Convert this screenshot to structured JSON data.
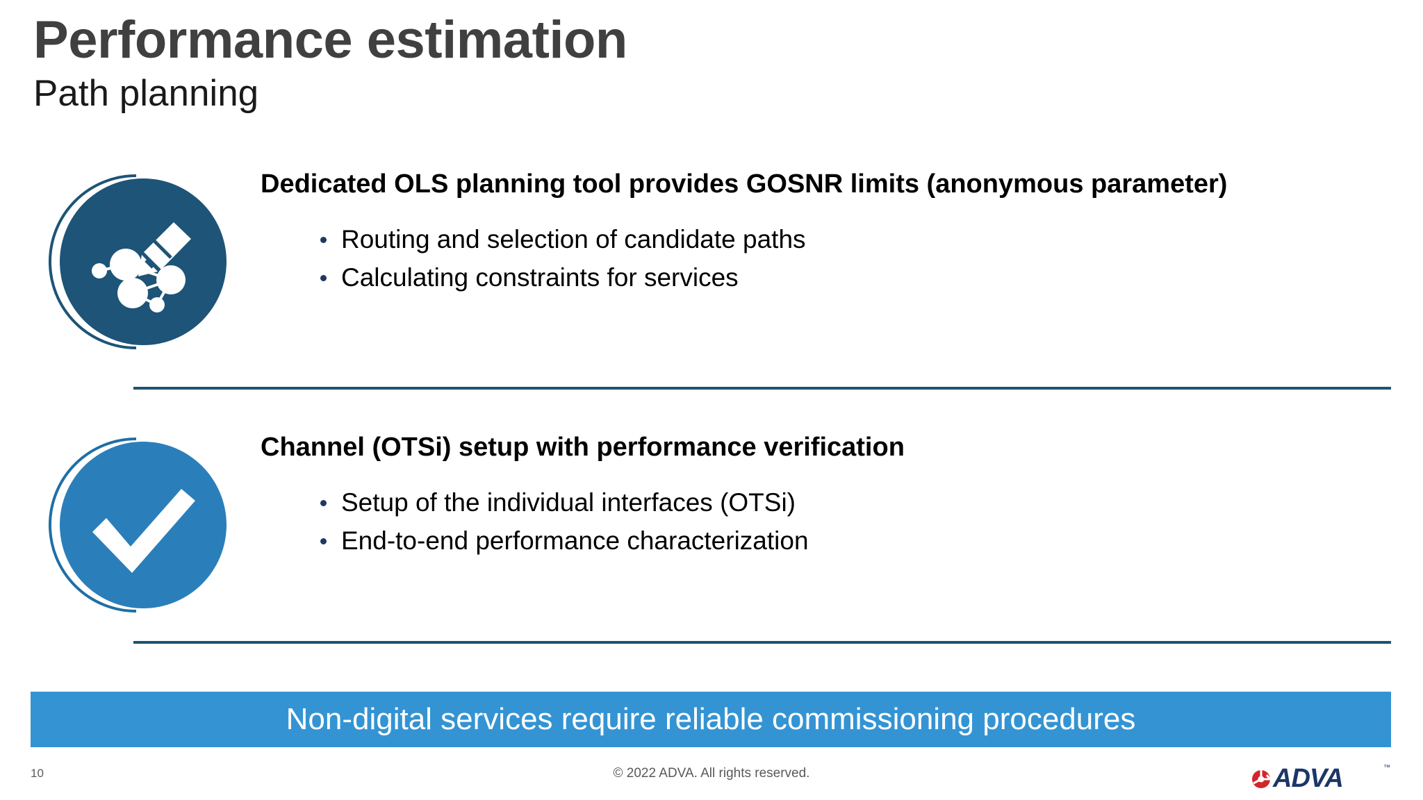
{
  "slide": {
    "title": "Performance estimation",
    "subtitle": "Path planning"
  },
  "colors": {
    "title_gray": "#404040",
    "icon_dark_blue": "#1d5477",
    "icon_light_blue": "#2a7fba",
    "banner_blue": "#3494d3",
    "divider_blue": "#1f5272",
    "bullet_navy": "#1f3864",
    "logo_navy": "#1b3668",
    "logo_red": "#d2262b"
  },
  "sections": [
    {
      "icon": "network-pencil-icon",
      "icon_style": "dark",
      "heading": "Dedicated OLS planning tool provides GOSNR limits (anonymous parameter)",
      "bullets": [
        "Routing and selection of candidate paths",
        "Calculating constraints for services"
      ]
    },
    {
      "icon": "checkmark-icon",
      "icon_style": "light",
      "heading": "Channel (OTSi) setup with performance verification",
      "bullets": [
        "Setup of the individual interfaces (OTSi)",
        "End-to-end performance characterization"
      ]
    }
  ],
  "banner": {
    "text": "Non-digital services require reliable commissioning procedures"
  },
  "footer": {
    "page_number": "10",
    "copyright": "© 2022 ADVA. All rights reserved.",
    "logo_text": "ADVA",
    "logo_trademark": "™"
  }
}
